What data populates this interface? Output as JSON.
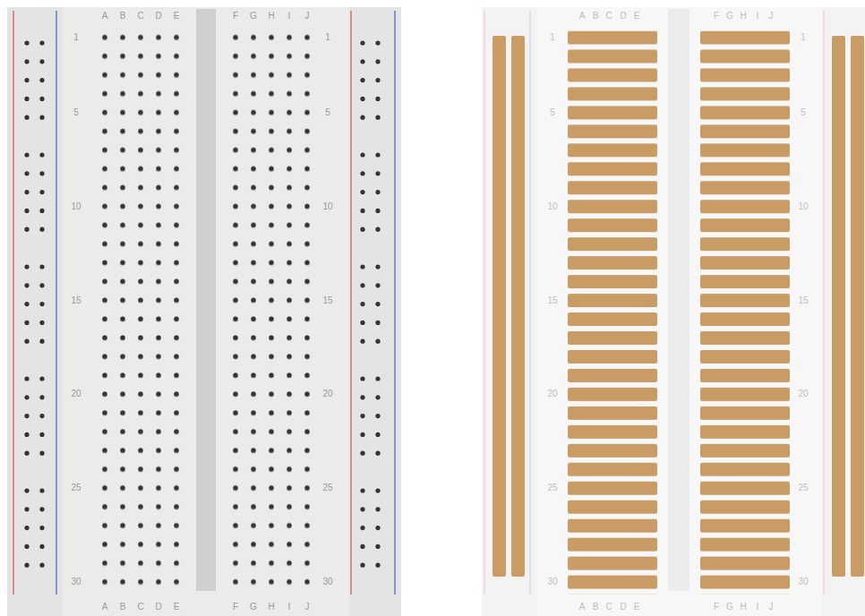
{
  "diagram": {
    "labels": [
      "A",
      "B",
      "C",
      "D",
      "E",
      "F",
      "G",
      "H",
      "I",
      "J",
      "A",
      "B",
      "C",
      "D",
      "E",
      "F",
      "G",
      "H",
      "I",
      "J",
      "1",
      "5",
      "10",
      "15",
      "20",
      "25",
      "30",
      "1",
      "5",
      "10",
      "15",
      "20",
      "25",
      "30",
      "A",
      "B",
      "C",
      "D",
      "E",
      "F",
      "G",
      "H",
      "I",
      "J",
      "A",
      "B",
      "C",
      "D",
      "E",
      "F",
      "G",
      "H",
      "I",
      "J",
      "1",
      "5",
      "10",
      "15",
      "20",
      "25",
      "30",
      "1",
      "5",
      "10",
      "15",
      "20",
      "25",
      "30"
    ]
  }
}
